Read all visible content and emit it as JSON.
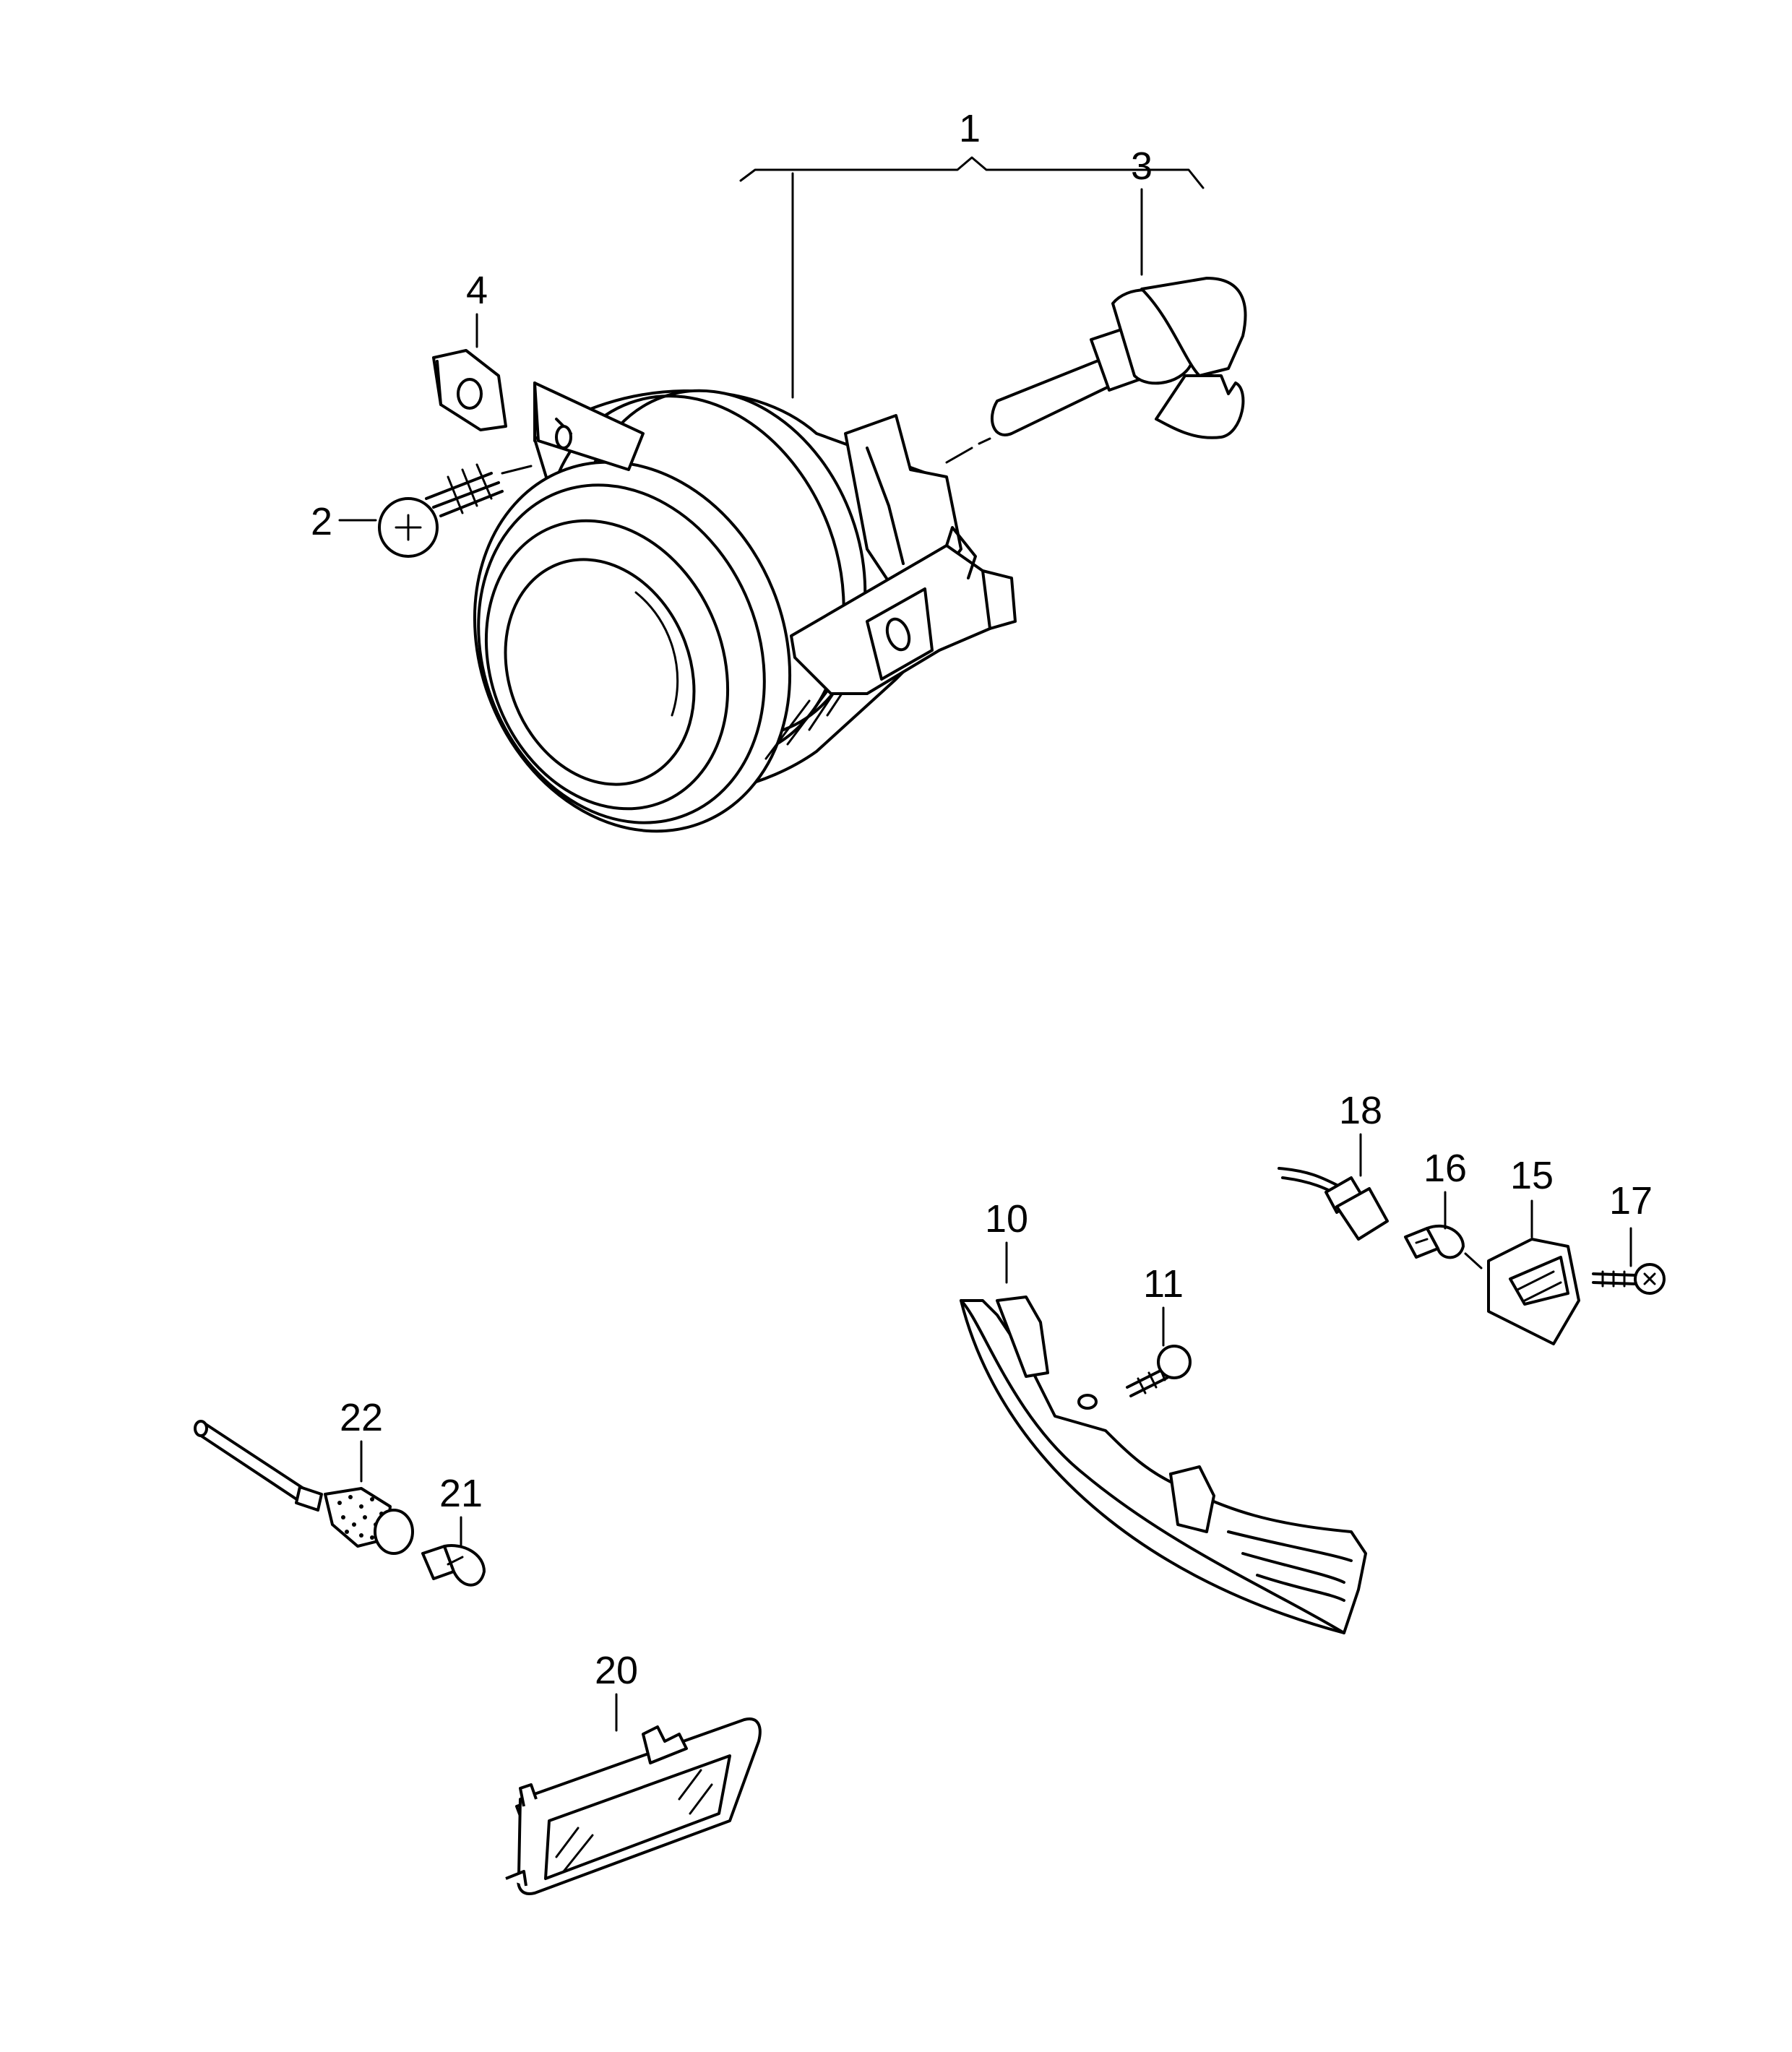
{
  "diagram": {
    "callouts": {
      "c1": "1",
      "c2": "2",
      "c3": "3",
      "c4": "4",
      "c10": "10",
      "c11": "11",
      "c15": "15",
      "c16": "16",
      "c17": "17",
      "c18": "18",
      "c20": "20",
      "c21": "21",
      "c22": "22"
    }
  }
}
